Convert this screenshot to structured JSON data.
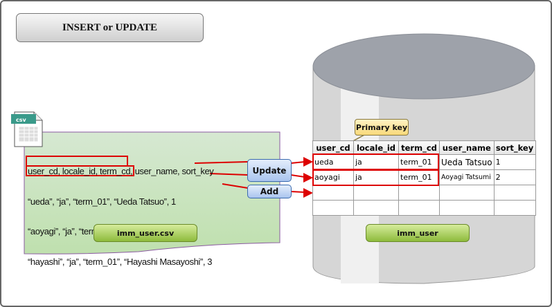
{
  "title": "INSERT or UPDATE",
  "csv_file": {
    "icon_label": "csv",
    "lines": [
      "user_cd, locale_id, term_cd, user_name, sort_key",
      "“ueda”, “ja”, “term_01”, “Ueda Tatsuo”, 1",
      "“aoyagi”, “ja”, “term_01”, “Aoyagi Tatsumi”, 2",
      "“hayashi”, “ja”, “term_01”, “Hayashi Masayoshi”, 3"
    ],
    "name_label": "imm_user.csv"
  },
  "actions": {
    "update_label": "Update",
    "add_label": "Add"
  },
  "database": {
    "tooltip": "Primary key",
    "table_name": "imm_user",
    "columns": [
      "user_cd",
      "locale_id",
      "term_cd",
      "user_name",
      "sort_key"
    ],
    "rows": [
      [
        "ueda",
        "ja",
        "term_01",
        "Ueda Tatsuo",
        "1"
      ],
      [
        "aoyagi",
        "ja",
        "term_01",
        "Aoyagi Tatsumi",
        "2"
      ],
      [
        "",
        "",
        "",
        "",
        ""
      ],
      [
        "",
        "",
        "",
        "",
        ""
      ]
    ]
  },
  "colors": {
    "highlight": "#dd0000",
    "csv_bg": "#c8e4b8",
    "db_top": "#9ea2aa",
    "db_body": "#d6d6d6"
  }
}
